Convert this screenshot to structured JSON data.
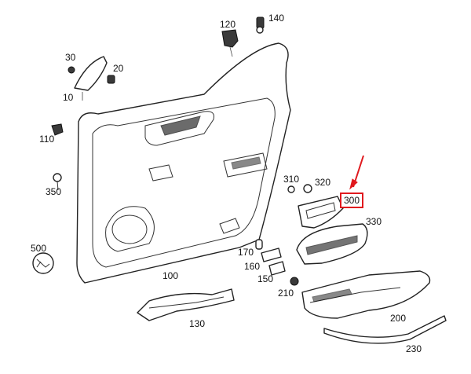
{
  "diagram": {
    "callouts": {
      "c10": "10",
      "c20": "20",
      "c30": "30",
      "c100": "100",
      "c110": "110",
      "c120": "120",
      "c130": "130",
      "c140": "140",
      "c150": "150",
      "c160": "160",
      "c170": "170",
      "c200": "200",
      "c210": "210",
      "c230": "230",
      "c300": "300",
      "c310": "310",
      "c320": "320",
      "c330": "330",
      "c350": "350",
      "c500": "500"
    },
    "highlighted_callout": "300",
    "highlight_color": "#e0191e"
  }
}
